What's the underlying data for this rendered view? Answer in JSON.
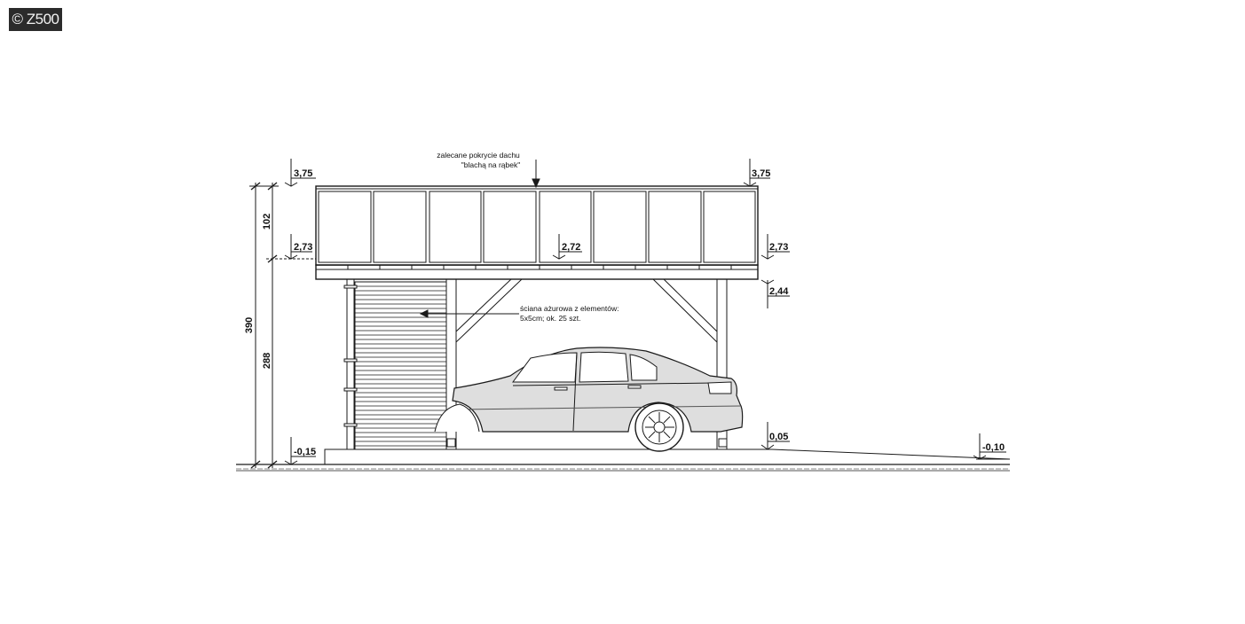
{
  "watermark": "© Z500",
  "annotations": {
    "roof_note_line1": "zalecane pokrycie dachu",
    "roof_note_line2": "\"blachą na rąbek\"",
    "wall_note_line1": "ściana ażurowa z elementów:",
    "wall_note_line2": "5x5cm; ok. 25 szt."
  },
  "levels": {
    "top_left": "3,75",
    "top_right": "3,75",
    "eave_left": "2,73",
    "eave_mid": "2,72",
    "eave_right": "2,73",
    "beam_right": "2,44",
    "ground_left": "-0,15",
    "ground_right": "0,05",
    "ramp_end": "-0,10"
  },
  "dimensions": {
    "overall_height": "390",
    "roof_height": "102",
    "post_height": "288"
  },
  "colors": {
    "line": "#1a1a1a",
    "car_shade": "#d9d9d9"
  }
}
